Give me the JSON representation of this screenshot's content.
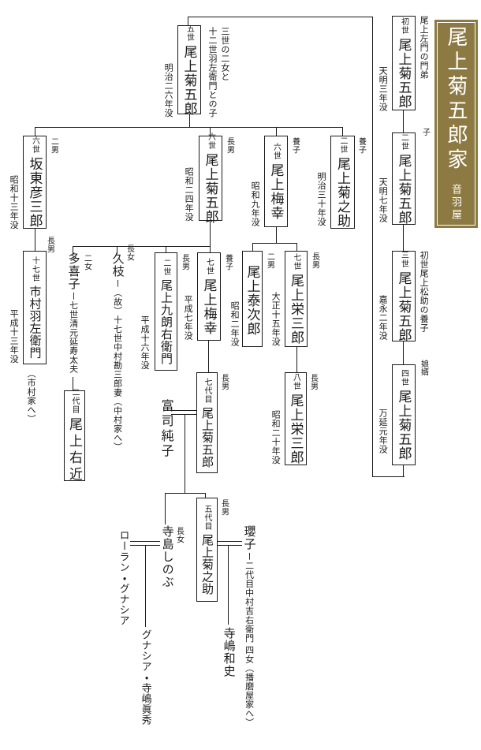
{
  "title": {
    "main": "尾上菊五郎家",
    "sub": "音羽屋"
  },
  "colors": {
    "title_bg": "#8d7a42",
    "title_text": "#ffffff",
    "line": "#1a1a1a",
    "background": "#ffffff"
  },
  "people": {
    "gen1": {
      "prefix": "初世",
      "name": "尾上菊五郎",
      "right_note": "尾上左門の門弟",
      "left_note": "天明三年没"
    },
    "gen2": {
      "prefix": "二世",
      "name": "尾上菊五郎",
      "relation": "子",
      "left_note": "天明七年没"
    },
    "gen3": {
      "prefix": "三世",
      "name": "尾上菊五郎",
      "right_note": "初世尾上松助の養子",
      "left_note": "嘉永二年没"
    },
    "gen4": {
      "prefix": "四世",
      "name": "尾上菊五郎",
      "relation": "娘婿",
      "left_note": "万延元年没"
    },
    "gen5": {
      "prefix": "五世",
      "name": "尾上菊五郎",
      "right_note": "三世の二女と\n十二世羽左衛門との子",
      "left_note": "明治二六年没"
    },
    "hikosaburo6": {
      "prefix": "六世",
      "name": "坂東彦三郎",
      "relation": "二男",
      "left_note": "昭和十三年没"
    },
    "kikugoro6": {
      "prefix": "六世",
      "name": "尾上菊五郎",
      "relation": "長男",
      "left_note": "昭和二四年没"
    },
    "baiko6": {
      "prefix": "六世",
      "name": "尾上梅幸",
      "relation": "養子",
      "left_note": "昭和九年没"
    },
    "kikunosuke2": {
      "prefix": "二世",
      "name": "尾上菊之助",
      "relation": "養子",
      "left_note": "明治三十年没"
    },
    "uzaemon17": {
      "prefix": "十七世",
      "name": "市村羽左衛門",
      "relation": "長男",
      "left_note": "平成十三年没",
      "below_note": "（市村家へ）"
    },
    "takiko": {
      "name": "多喜子",
      "desc": "ー七世清元延寿太夫",
      "relation": "二女"
    },
    "hisae": {
      "name": "久枝",
      "desc": "ー（故）十七世中村勘三郎妻（中村家へ）",
      "relation": "長女"
    },
    "kuroemon2": {
      "prefix": "二世",
      "name": "尾上九朗右衛門",
      "relation": "長男",
      "left_note": "平成十六年没"
    },
    "baiko7": {
      "prefix": "七世",
      "name": "尾上梅幸",
      "relation": "養子",
      "left_note": "平成七年没"
    },
    "taijiro": {
      "name": "尾上泰次郎",
      "relation": "二男",
      "left_note": "昭和二年没"
    },
    "eizaburo7": {
      "prefix": "七世",
      "name": "尾上栄三郎",
      "relation": "長男",
      "left_note": "大正十五年没"
    },
    "eizaburo8": {
      "prefix": "八世",
      "name": "尾上栄三郎",
      "relation": "長男",
      "left_note": "昭和二十年没"
    },
    "ukon2": {
      "prefix": "二代目",
      "name": "尾上右近"
    },
    "kikugoro7": {
      "prefix": "七代目",
      "name": "尾上菊五郎",
      "relation": "長男"
    },
    "fuji": {
      "name": "富司純子"
    },
    "kikunosuke5": {
      "prefix": "五代目",
      "name": "尾上菊之助",
      "relation": "長男"
    },
    "shinobu": {
      "name": "寺島しのぶ",
      "relation": "長女"
    },
    "laurent": {
      "name": "ローラン・グナシア"
    },
    "mahiro": {
      "name": "グナシア・寺嶋眞秀"
    },
    "yoko": {
      "name": "瓔子",
      "desc": "ー二代目中村吉右衛門 四女（播磨屋家へ）"
    },
    "kazufumi": {
      "name": "寺嶋和史"
    }
  }
}
